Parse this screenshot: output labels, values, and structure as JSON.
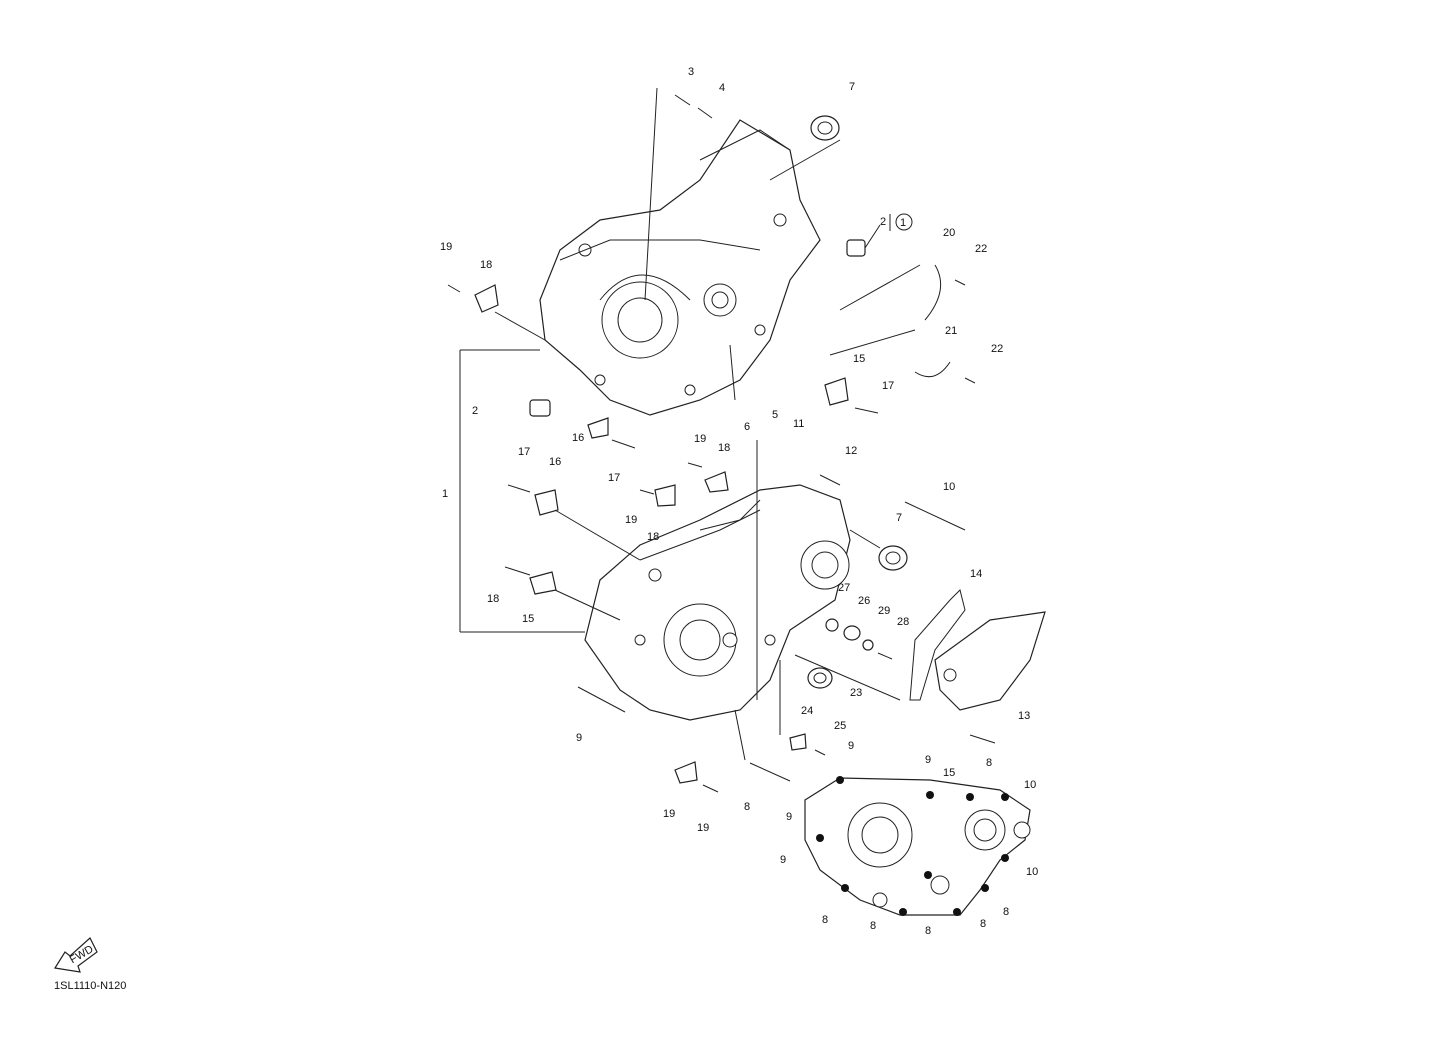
{
  "diagram_code": "1SL1110-N120",
  "fwd_label": "FWD",
  "callouts": [
    "1",
    "2",
    "2",
    "3",
    "4",
    "5",
    "6",
    "7",
    "7",
    "8",
    "8",
    "8",
    "8",
    "8",
    "8",
    "8",
    "9",
    "9",
    "9",
    "9",
    "9",
    "10",
    "10",
    "10",
    "11",
    "12",
    "13",
    "14",
    "15",
    "15",
    "15",
    "16",
    "16",
    "17",
    "17",
    "17",
    "18",
    "18",
    "18",
    "18",
    "19",
    "19",
    "19",
    "19",
    "19",
    "20",
    "21",
    "22",
    "22",
    "23",
    "24",
    "25",
    "26",
    "27",
    "28",
    "29"
  ],
  "circled_ref": "1"
}
